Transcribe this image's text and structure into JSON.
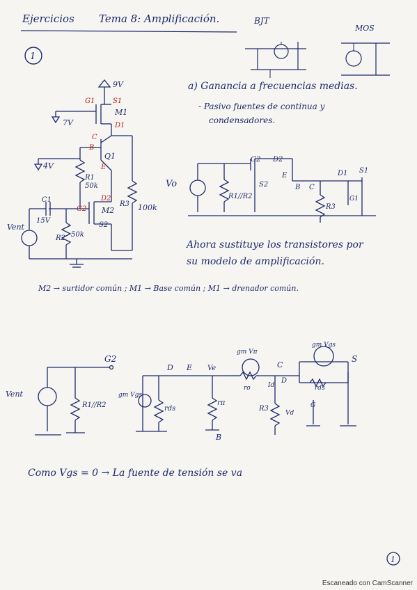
{
  "header": {
    "exercises": "Ejercicios",
    "topic": "Tema 8: Amplificación."
  },
  "models": {
    "bjt": "BJT",
    "mos": "MOS"
  },
  "exercise_number": "1",
  "notes": {
    "a_title": "a) Ganancia a frecuencias medias.",
    "a_line1": "- Pasivo fuentes de continua y",
    "a_line2": "condensadores.",
    "substitute_line1": "Ahora sustituye los transistores por",
    "substitute_line2": "su modelo de amplificación.",
    "topology": "M2 → surtidor común ; M1 → Base común ; M1 → drenador común.",
    "conclusion": "Como Vgs = 0 → La fuente de tensión se va"
  },
  "labels": {
    "v9": "9V",
    "v7": "7V",
    "v4": "4V",
    "c1": "C1",
    "c1v": "15V",
    "r1": "R1",
    "r1v": "50k",
    "r2": "R2",
    "r2v": "50k",
    "r3": "R3",
    "r3v": "100k",
    "vent": "Vent",
    "g1": "G1",
    "s1": "S1",
    "m1": "M1",
    "d1": "D1",
    "b": "B",
    "c": "C",
    "q1": "Q1",
    "e": "E",
    "d2": "D2",
    "g2": "G2",
    "m2": "M2",
    "s2": "S2",
    "vo": "Vo",
    "r1r2": "R1//R2",
    "rpi": "rπ",
    "ro": "ro",
    "rds": "rds",
    "g": "G",
    "s": "S",
    "d": "D",
    "gmvbe": "gm Vπ",
    "gmvgs": "gm Vgs",
    "ve": "Ve",
    "id": "Id",
    "vd": "Vd"
  },
  "footer": "Escaneado con CamScanner",
  "page_number": "1"
}
